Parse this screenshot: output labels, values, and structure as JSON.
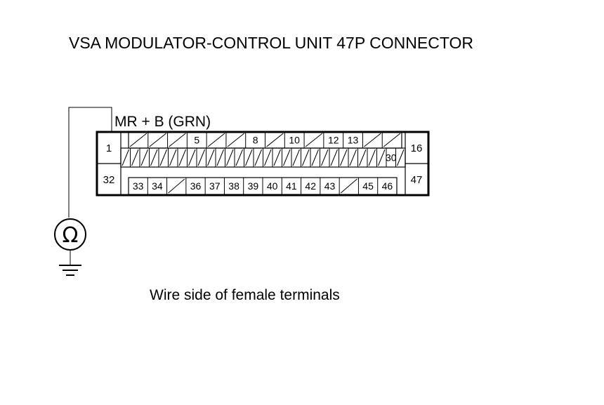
{
  "title": "VSA MODULATOR-CONTROL UNIT 47P CONNECTOR",
  "wire_label": "MR  + B (GRN)",
  "caption": "Wire side of female terminals",
  "meter_symbol": "Ω",
  "icons": {
    "meter": "ohmmeter-icon",
    "ground": "ground-icon"
  },
  "connector": {
    "pins_total": 47,
    "probed_pin": "1",
    "edge_pins": {
      "top_left": "1",
      "bottom_left": "32",
      "top_right": "16",
      "bottom_right": "47"
    },
    "row1": [
      "",
      "",
      "",
      "5",
      "",
      "",
      "8",
      "",
      "10",
      "",
      "12",
      "13",
      "",
      ""
    ],
    "row2": [
      "",
      "",
      "",
      "",
      "",
      "",
      "",
      "",
      "",
      "",
      "",
      "",
      "",
      "",
      "",
      "",
      "",
      "",
      "",
      "",
      "",
      "",
      "",
      "",
      "",
      "",
      "",
      "",
      "30",
      ""
    ],
    "row3": [
      "33",
      "34",
      "",
      "36",
      "37",
      "38",
      "39",
      "40",
      "41",
      "42",
      "43",
      "",
      "45",
      "46"
    ]
  }
}
